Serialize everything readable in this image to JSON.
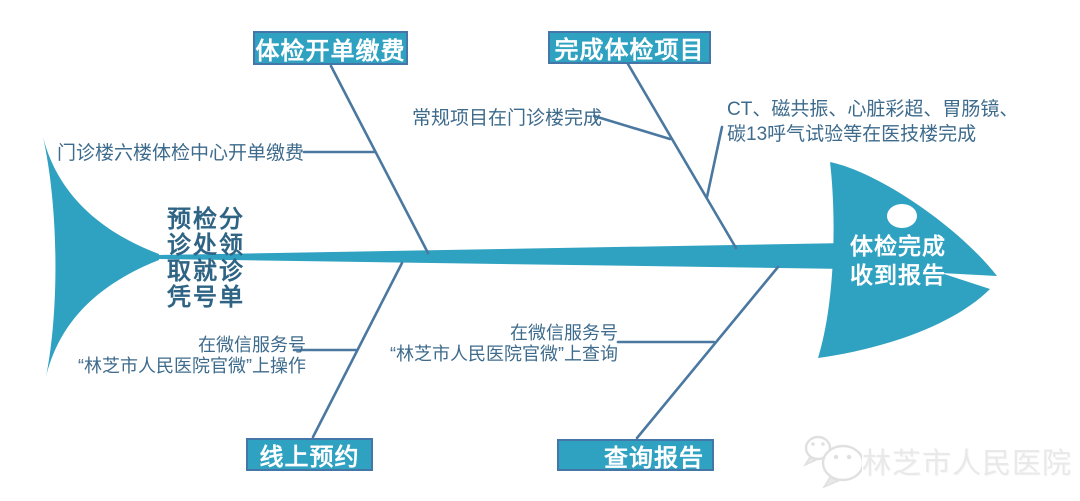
{
  "colors": {
    "fish_teal": "#2fa1c1",
    "box_border": "#4576a8",
    "branch_line": "#4a78a0",
    "note_text": "#3e6b8c",
    "tail_text": "#2f6485",
    "box_text": "#ffffff",
    "watermark_gray": "#e9e9e9"
  },
  "fishbone": {
    "tail": {
      "lines": [
        "预检分",
        "诊处领",
        "取就诊",
        "凭号单"
      ]
    },
    "head": {
      "lines": [
        "体检完成",
        "收到报告"
      ]
    },
    "steps": {
      "top_left": {
        "label": "体检开单缴费"
      },
      "top_right": {
        "label": "完成体检项目"
      },
      "bottom_left": {
        "label": "线上预约"
      },
      "bottom_right": {
        "label": "查询报告"
      }
    },
    "notes": {
      "billing": "门诊楼六楼体检中心开单缴费",
      "routine": "常规项目在门诊楼完成",
      "special_line1": "CT、磁共振、心脏彩超、胃肠镜、",
      "special_line2": "碳13呼气试验等在医技楼完成",
      "booking_line1": "在微信服务号",
      "booking_line2": "“林芝市人民医院官微”上操作",
      "report_line1": "在微信服务号",
      "report_line2": "“林芝市人民医院官微”上查询"
    }
  },
  "watermark": {
    "label": "林芝市人民医院",
    "icon": "wechat-icon"
  }
}
